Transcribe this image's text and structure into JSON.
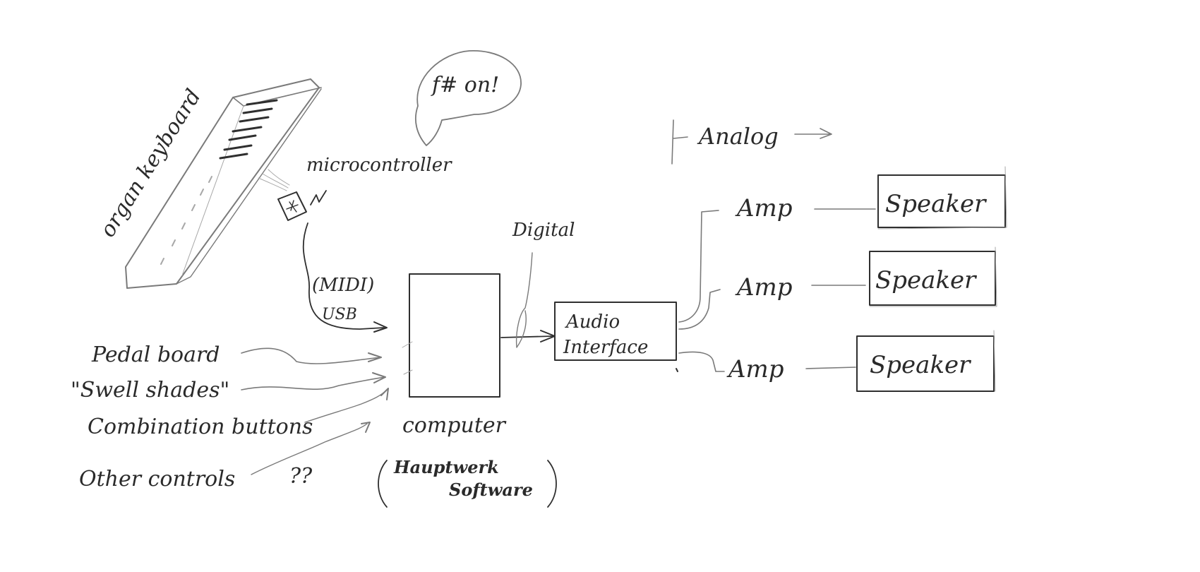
{
  "labels": {
    "organ_keyboard": "organ keyboard",
    "microcontroller": "microcontroller",
    "speech": "f# on!",
    "midi": "(MIDI)",
    "usb": "USB",
    "pedal_board": "Pedal board",
    "swell_shades": "\"Swell shades\"",
    "combination_buttons": "Combination buttons",
    "other_controls": "Other controls",
    "question": "??",
    "computer": "computer",
    "hauptwerk": "Hauptwerk",
    "software": "Software",
    "digital": "Digital",
    "analog": "Analog",
    "audio_line1": "Audio",
    "audio_line2": "Interface",
    "amps": [
      "Amp",
      "Amp",
      "Amp"
    ],
    "speakers": [
      "Speaker",
      "Speaker",
      "Speaker"
    ]
  },
  "colors": {
    "ink": "#2f2f2f",
    "pencil": "#7a7a7a",
    "paper": "#ffffff"
  }
}
